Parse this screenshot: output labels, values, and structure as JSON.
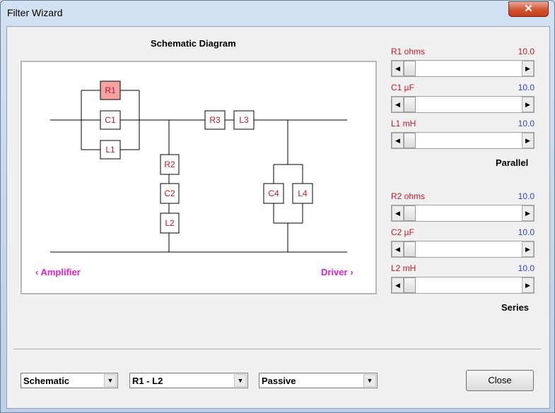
{
  "window": {
    "title": "Filter Wizard",
    "close_glyph": "✕"
  },
  "diagram": {
    "title": "Schematic Diagram",
    "components": {
      "R1": "R1",
      "C1": "C1",
      "L1": "L1",
      "R3": "R3",
      "L3": "L3",
      "R2": "R2",
      "C2": "C2",
      "L2": "L2",
      "C4": "C4",
      "L4": "L4"
    },
    "highlighted_component": "R1",
    "highlight_color": "#f5a3a3",
    "component_text_color": "#c0192a",
    "nav_left": "‹ Amplifier",
    "nav_right": "Driver ›",
    "nav_color": "#e020d0"
  },
  "params": {
    "parallel": [
      {
        "label": "R1  ohms",
        "value": "10.0",
        "value_color": "red",
        "slider_level": 0.0
      },
      {
        "label": "C1  µF",
        "value": "10.0",
        "value_color": "blue",
        "slider_level": 0.0
      },
      {
        "label": "L1  mH",
        "value": "10.0",
        "value_color": "blue",
        "slider_level": 0.0
      }
    ],
    "parallel_label": "Parallel",
    "series": [
      {
        "label": "R2  ohms",
        "value": "10.0",
        "value_color": "blue",
        "slider_level": 0.0
      },
      {
        "label": "C2  µF",
        "value": "10.0",
        "value_color": "blue",
        "slider_level": 0.0
      },
      {
        "label": "L2  mH",
        "value": "10.0",
        "value_color": "blue",
        "slider_level": 0.0
      }
    ],
    "series_label": "Series"
  },
  "footer": {
    "view_select": "Schematic",
    "range_select": "R1 - L2",
    "type_select": "Passive",
    "close_label": "Close"
  }
}
